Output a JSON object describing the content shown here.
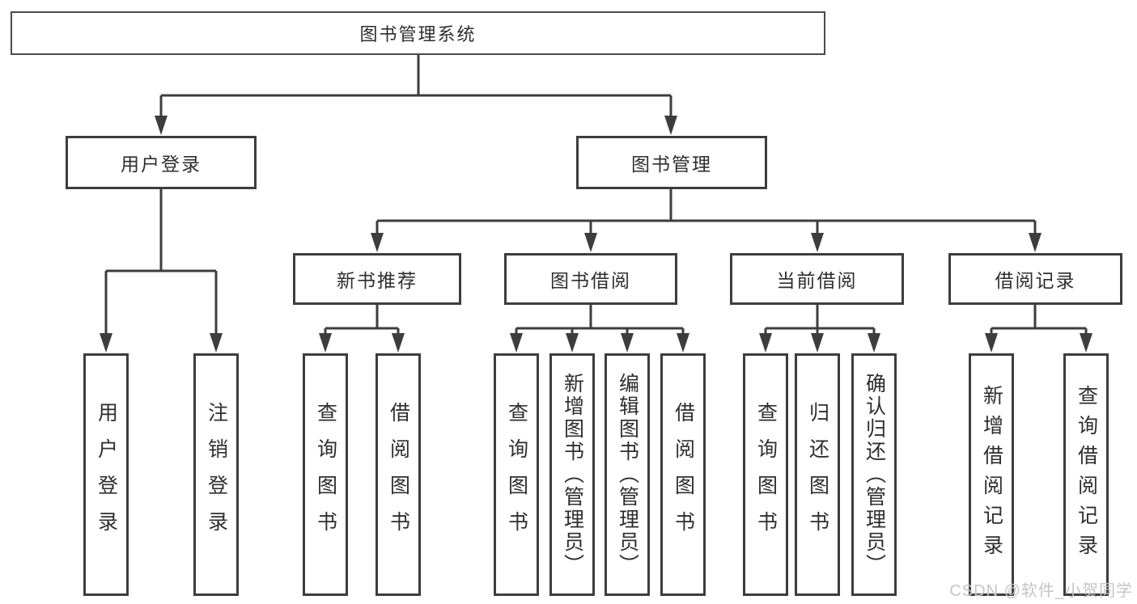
{
  "diagram": {
    "tree": {
      "label": "图书管理系统",
      "children": [
        {
          "label": "用户登录",
          "children": [
            {
              "label": "用户登录"
            },
            {
              "label": "注销登录"
            }
          ]
        },
        {
          "label": "图书管理",
          "children": [
            {
              "label": "新书推荐",
              "children": [
                {
                  "label": "查询图书"
                },
                {
                  "label": "借阅图书"
                }
              ]
            },
            {
              "label": "图书借阅",
              "children": [
                {
                  "label": "查询图书"
                },
                {
                  "label": "新增图书（管理员）"
                },
                {
                  "label": "编辑图书（管理员）"
                },
                {
                  "label": "借阅图书"
                }
              ]
            },
            {
              "label": "当前借阅",
              "children": [
                {
                  "label": "查询图书"
                },
                {
                  "label": "归还图书"
                },
                {
                  "label": "确认归还（管理员）"
                }
              ]
            },
            {
              "label": "借阅记录",
              "children": [
                {
                  "label": "新增借阅记录"
                },
                {
                  "label": "查询借阅记录"
                }
              ]
            }
          ]
        }
      ]
    }
  },
  "watermark": {
    "text": "CSDN @软件_小贺同学"
  },
  "colors": {
    "line": "#3d3d3d",
    "text": "#2e2e2e",
    "watermark": "#c5c5c5",
    "background": "#ffffff"
  }
}
